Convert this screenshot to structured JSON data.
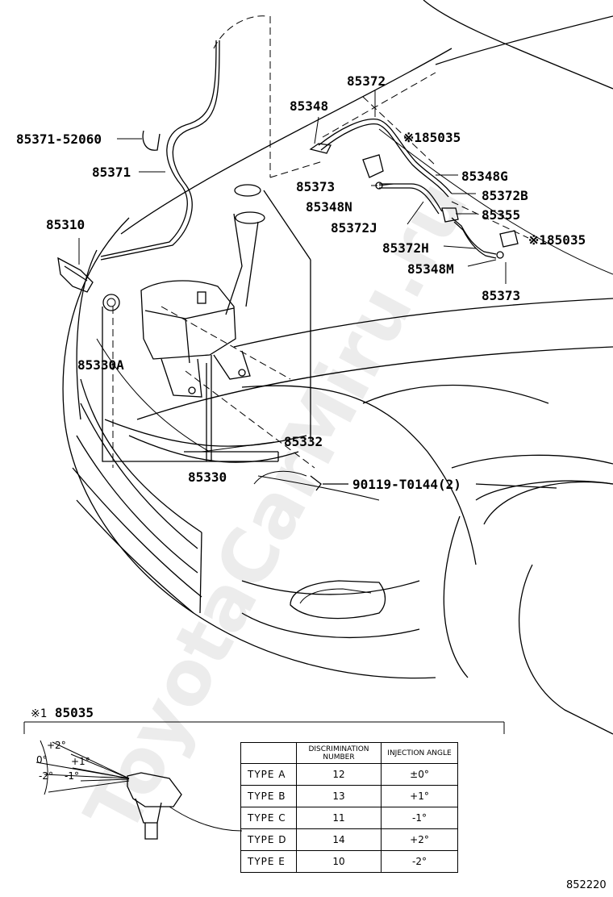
{
  "labels": {
    "p85371_52060": "85371-52060",
    "p85371": "85371",
    "p85310": "85310",
    "p85330A": "85330A",
    "p85332": "85332",
    "p85330": "85330",
    "p90119": "90119-T0144(2)",
    "p85348": "85348",
    "p85372": "85372",
    "p85035_top": "※185035",
    "p85373_top": "85373",
    "p85348N": "85348N",
    "p85348G": "85348G",
    "p85372B": "85372B",
    "p85355": "85355",
    "p85372J": "85372J",
    "p85035_right": "※185035",
    "p85372H": "85372H",
    "p85348M": "85348M",
    "p85373_bottom": "85373"
  },
  "detail": {
    "mark": "※1",
    "part": "85035",
    "angles": [
      "+2°",
      "0°",
      "+1°",
      "-2°",
      "-1°"
    ]
  },
  "table": {
    "headers": [
      "",
      "DISCRIMINATION NUMBER",
      "INJECTION ANGLE"
    ],
    "rows": [
      {
        "type": "TYPE  A",
        "number": "12",
        "angle": "±0°"
      },
      {
        "type": "TYPE  B",
        "number": "13",
        "angle": "+1°"
      },
      {
        "type": "TYPE  C",
        "number": "11",
        "angle": "-1°"
      },
      {
        "type": "TYPE  D",
        "number": "14",
        "angle": "+2°"
      },
      {
        "type": "TYPE  E",
        "number": "10",
        "angle": "-2°"
      }
    ]
  },
  "watermark": "ToyotaCarMiru.ru",
  "figure_number": "852220"
}
